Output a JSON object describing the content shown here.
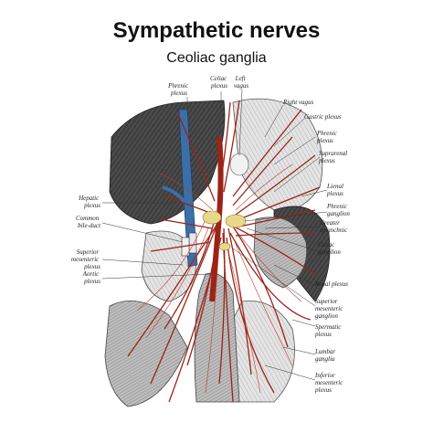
{
  "title": "Sympathetic nerves",
  "subtitle": "Ceoliac ganglia",
  "labels": {
    "phrenic_plexus_top": [
      "Phrenic",
      "plexus"
    ],
    "celiac_plexus_top": [
      "Celiac",
      "plexus"
    ],
    "left_vagus": [
      "Left",
      "vagus"
    ],
    "right_vagus": [
      "Right vagus"
    ],
    "gastric_plexus": [
      "Gastric plexus"
    ],
    "phrenic_plexus_right": [
      "Phrenic",
      "plexus"
    ],
    "suprarenal_plexus": [
      "Suprarenal",
      "plexus"
    ],
    "lienal_plexus": [
      "Lienal",
      "plexus"
    ],
    "phrenic_ganglion": [
      "Phrenic",
      "ganglion"
    ],
    "greater_splanchnic": [
      "Greater",
      "splanchnic"
    ],
    "celiac_ganglion": [
      "Celiac",
      "ganglion"
    ],
    "renal_plexus": [
      "Renal plexus"
    ],
    "superior_mesenteric_ganglion": [
      "Superior",
      "mesenteric",
      "ganglion"
    ],
    "spermatic_plexus": [
      "Spermatic",
      "plexus"
    ],
    "lumbar_ganglia": [
      "Lumbar",
      "ganglia"
    ],
    "inferior_mesenteric_plexus": [
      "Inferior",
      "mesenteric",
      "plexus"
    ],
    "hepatic_plexus": [
      "Hepatic",
      "plexus"
    ],
    "common_bile_duct": [
      "Common",
      "bile-duct"
    ],
    "superior_mesenteric_plexus": [
      "Superior",
      "mesenteric",
      "plexus"
    ],
    "aortic_plexus": [
      "Aortic",
      "plexus"
    ]
  },
  "colors": {
    "nerve_red": "#9b2318",
    "vein_blue": "#3a6fa8",
    "dark_tissue": "#3b3b3b",
    "light_tissue": "#d9d9d9",
    "ganglion_yellow": "#e8d98a"
  }
}
